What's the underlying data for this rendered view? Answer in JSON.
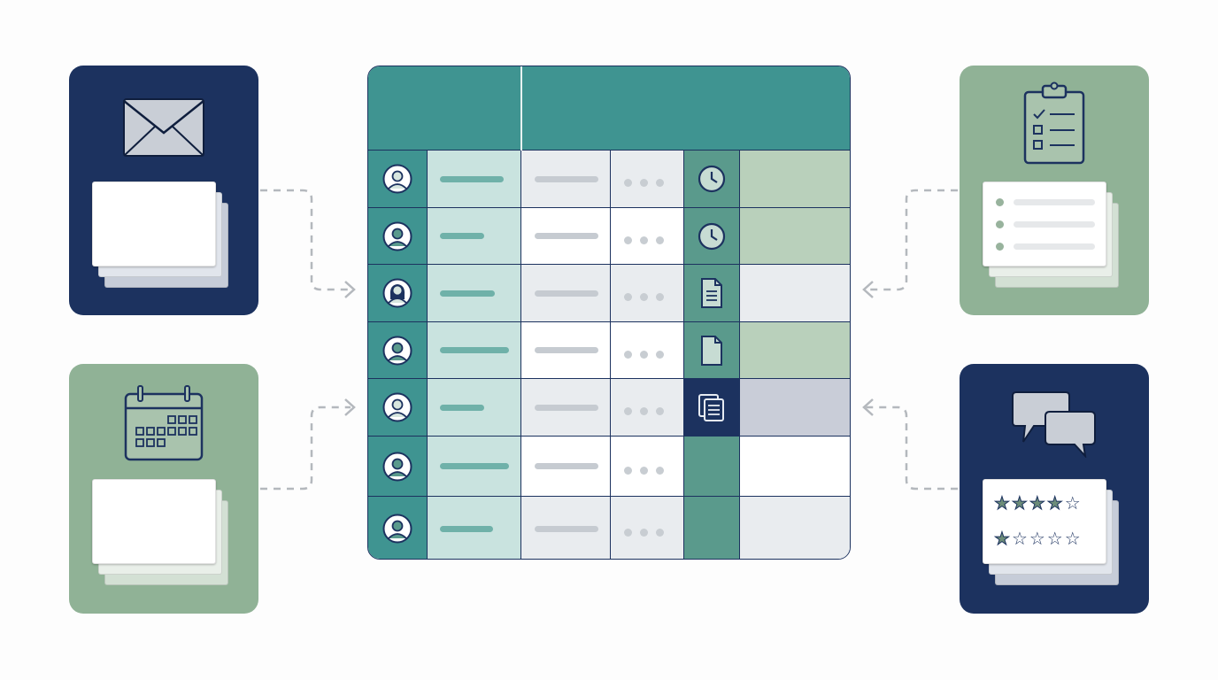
{
  "colors": {
    "navy": "#1c325f",
    "green": "#90b296",
    "teal": "#3f9491",
    "teal_dark": "#5a9a8c",
    "paper": "#ffffff",
    "connector": "#b4b8bd"
  },
  "sources": [
    {
      "id": "email",
      "icon": "envelope-icon",
      "color": "navy"
    },
    {
      "id": "calendar",
      "icon": "calendar-icon",
      "color": "green"
    },
    {
      "id": "checklist",
      "icon": "clipboard-checklist-icon",
      "color": "green"
    },
    {
      "id": "reviews",
      "icon": "chat-bubbles-icon",
      "color": "navy"
    }
  ],
  "reviews": {
    "row1": "★★★★☆",
    "row2": "★☆☆☆☆"
  },
  "table": {
    "rows": [
      {
        "person": "avatar-man-icon",
        "status_icon": "clock-icon"
      },
      {
        "person": "avatar-person-icon",
        "status_icon": "clock-icon"
      },
      {
        "person": "avatar-woman-icon",
        "status_icon": "document-lines-icon"
      },
      {
        "person": "avatar-person-icon",
        "status_icon": "document-icon"
      },
      {
        "person": "avatar-man-icon",
        "status_icon": "documents-stack-icon"
      },
      {
        "person": "avatar-person-icon",
        "status_icon": ""
      },
      {
        "person": "avatar-person-icon",
        "status_icon": ""
      }
    ]
  }
}
